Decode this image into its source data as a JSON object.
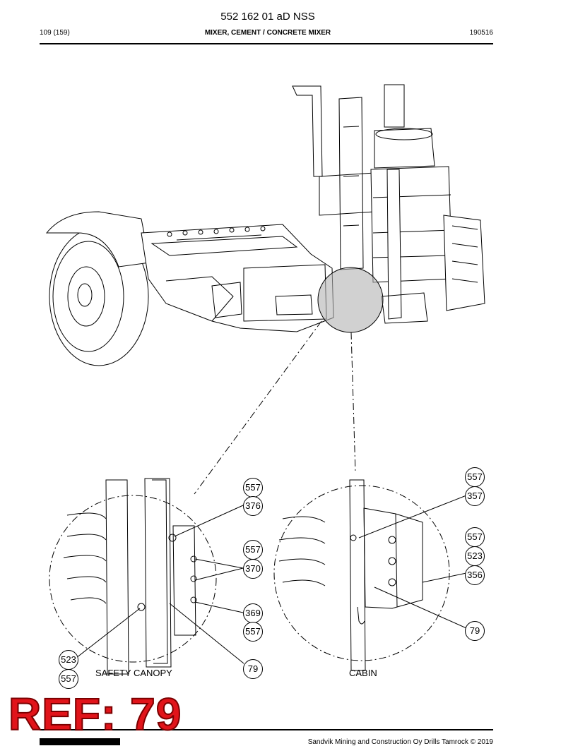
{
  "header": {
    "document_number": "552 162 01 aD NSS",
    "page_indicator": "109 (159)",
    "section_title": "MIXER, CEMENT / CONCRETE MIXER",
    "revision": "190516"
  },
  "detail_views": {
    "left_caption": "SAFETY CANOPY",
    "right_caption": "CABIN"
  },
  "callouts": {
    "left": [
      "557",
      "376",
      "557",
      "370",
      "369",
      "557",
      "523",
      "557",
      "79"
    ],
    "right": [
      "557",
      "357",
      "557",
      "523",
      "356",
      "79"
    ]
  },
  "ref_label": "REF: 79",
  "footer": {
    "copyright": "Sandvik Mining and Construction Oy Drills Tamrock © 2019"
  },
  "colors": {
    "ref_label": "#e1141a",
    "highlight": "#b3b3b3"
  }
}
